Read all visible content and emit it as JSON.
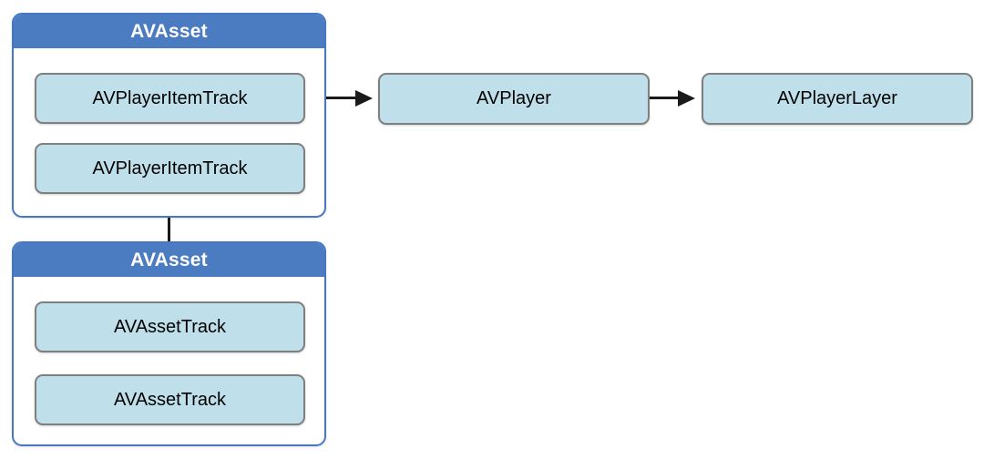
{
  "diagram": {
    "groups": [
      {
        "title": "AVAsset",
        "tracks": [
          "AVPlayerItemTrack",
          "AVPlayerItemTrack"
        ]
      },
      {
        "title": "AVAsset",
        "tracks": [
          "AVAssetTrack",
          "AVAssetTrack"
        ]
      }
    ],
    "nodes": [
      {
        "label": "AVPlayer"
      },
      {
        "label": "AVPlayerLayer"
      }
    ],
    "connectors": [
      {
        "from": "AVAsset (top group)",
        "to": "AVPlayer",
        "type": "arrow-right"
      },
      {
        "from": "AVPlayer",
        "to": "AVPlayerLayer",
        "type": "arrow-right"
      },
      {
        "from": "AVAsset (top group)",
        "to": "AVAsset (bottom group)",
        "type": "plain-vertical"
      }
    ],
    "colors": {
      "background": "#FFFFFF",
      "header_blue": "#4B7CC1",
      "container_border": "#4577C2",
      "node_fill": "#BFE0EA",
      "node_border": "#7F7F7F",
      "connector_black": "#1A1A1A",
      "header_text": "#FFFFFF",
      "node_text": "#000000"
    }
  }
}
